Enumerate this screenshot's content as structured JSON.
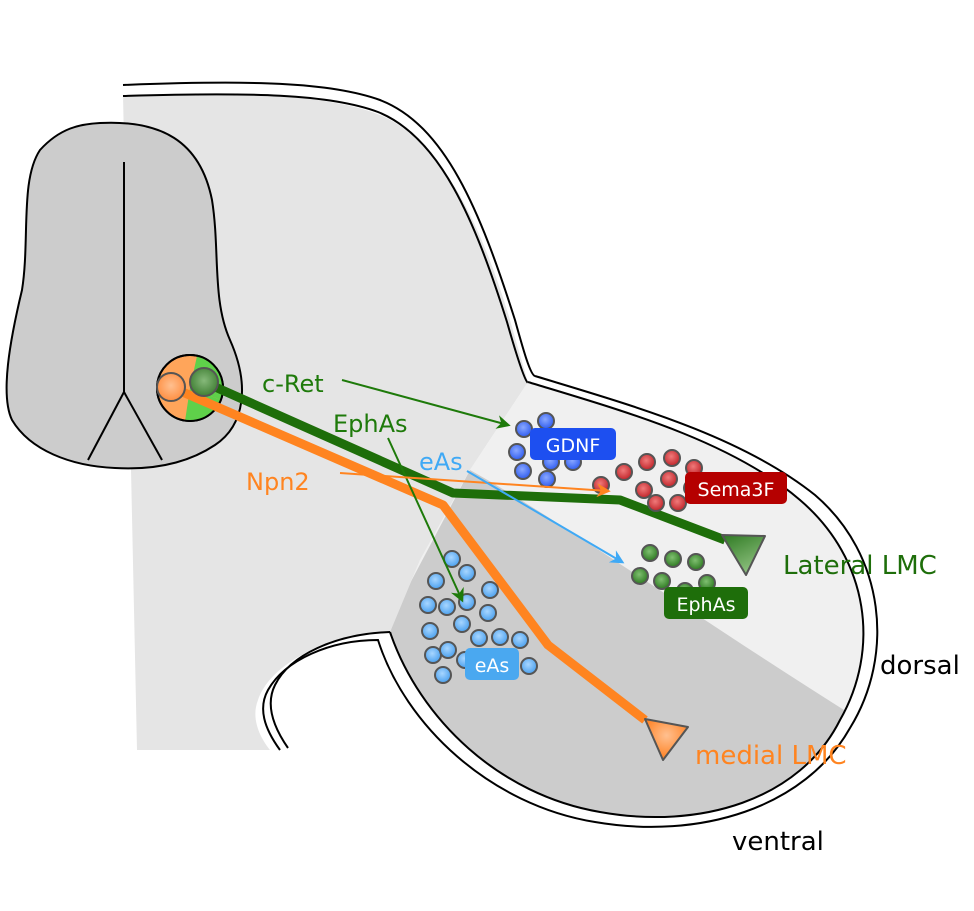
{
  "diagram": {
    "title": "Limb motor axon guidance: lateral vs medial LMC",
    "colors": {
      "green": "#1e7a0a",
      "orange": "#ff8420",
      "light_blue": "#3fa9f5",
      "gdnf_blue": "#1d4ff0",
      "sema_red": "#b50000",
      "ephas_green": "#1e6e0a",
      "eas_blue": "#4aa8f0",
      "body_grey": "#e5e5e5",
      "spinal_grey": "#cccccc",
      "limb_dorsal": "#f0f0f0",
      "limb_ventral": "#cccccc"
    },
    "labels": {
      "c_ret": "c-Ret",
      "ephas_receptor": "EphAs",
      "npn2": "Npn2",
      "eas_receptor": "eAs",
      "lateral_lmc": "Lateral LMC",
      "medial_lmc": "medial LMC",
      "dorsal": "dorsal",
      "ventral": "ventral"
    },
    "cue_tags": {
      "gdnf": "GDNF",
      "sema3f": "Sema3F",
      "ephas": "EphAs",
      "eas": "eAs"
    },
    "clusters": {
      "gdnf_dots": 9,
      "sema3f_dots": 10,
      "ephas_dots": 7,
      "eas_dots": 19
    }
  }
}
